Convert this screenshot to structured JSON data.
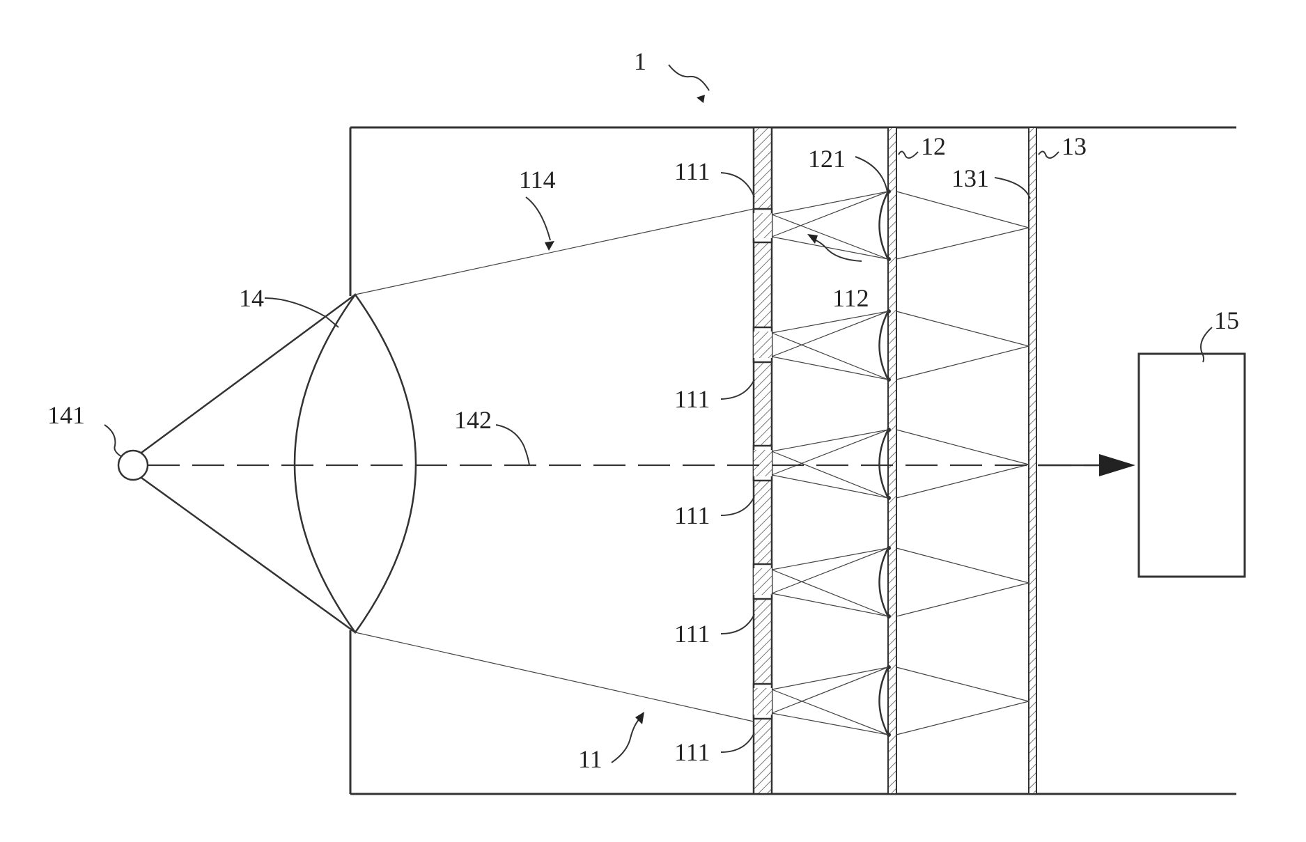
{
  "labels": {
    "device": "1",
    "plate": "11",
    "hole_a": "111",
    "hole_b": "111",
    "hole_c": "111",
    "hole_d": "111",
    "hole_e": "111",
    "cell": "112",
    "beam": "114",
    "layer_12": "12",
    "lens_121": "121",
    "layer_13": "13",
    "layer_131": "131",
    "lens_14": "14",
    "source_141": "141",
    "axis_142": "142",
    "sensor_15": "15"
  }
}
